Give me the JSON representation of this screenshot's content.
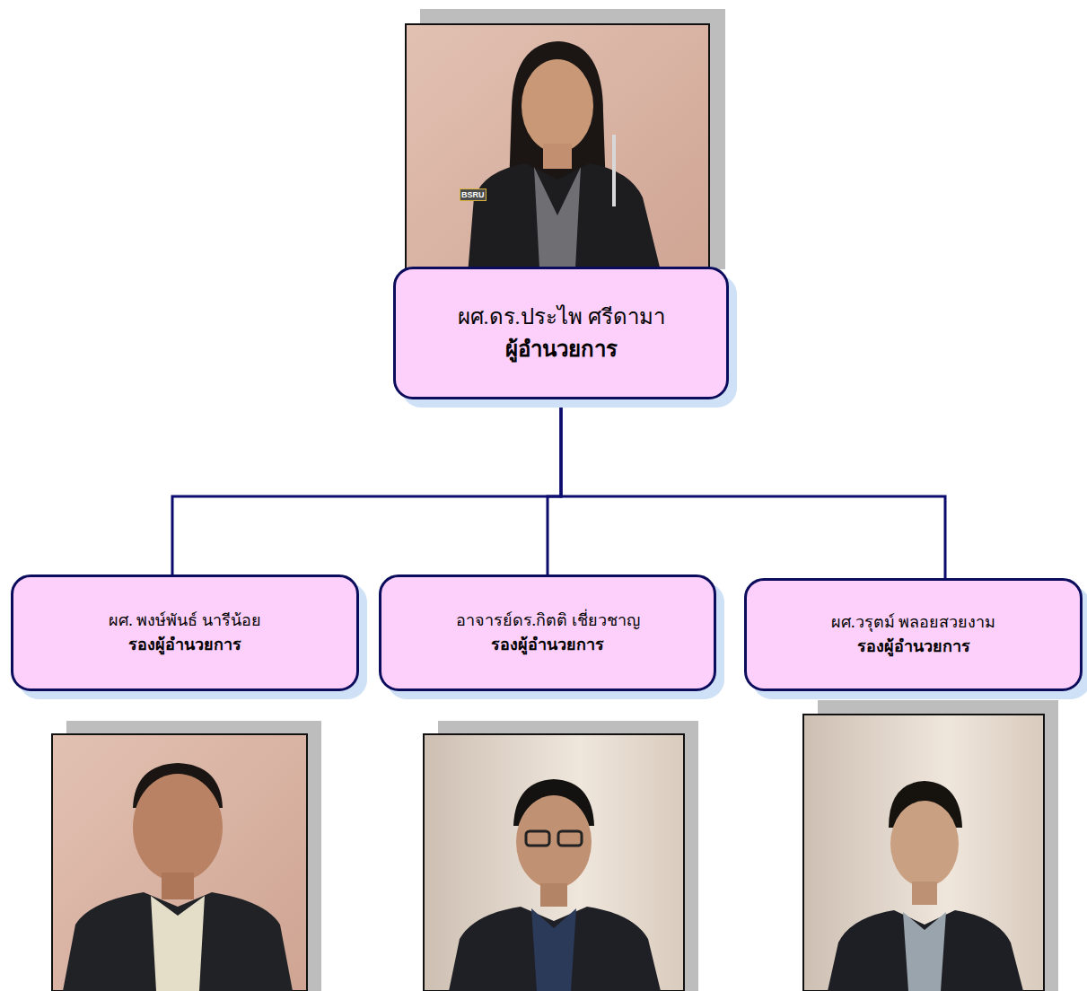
{
  "diagram": {
    "nodes": [
      {
        "text": [
          "ผศ.ดร.ประไพ ศรีดามา",
          "ผู้อำนวยการ"
        ]
      },
      {
        "text": [
          "ผศ. พงษ์พันธ์ นารีน้อย",
          "รองผู้อำนวยการ"
        ]
      },
      {
        "text": [
          "อาจารย์ดร.กิตติ เชี่ยวชาญ",
          "รองผู้อำนวยการ"
        ]
      },
      {
        "text": [
          "ผศ.วรุตม์ พลอยสวยงาม",
          "รองผู้อำนวยการ"
        ]
      }
    ],
    "edges": [
      {
        "from": 0,
        "to": 1,
        "arrow": "none"
      },
      {
        "from": 0,
        "to": 2,
        "arrow": "none"
      },
      {
        "from": 0,
        "to": 3,
        "arrow": "none"
      }
    ],
    "labels": [
      "BSRU"
    ]
  }
}
